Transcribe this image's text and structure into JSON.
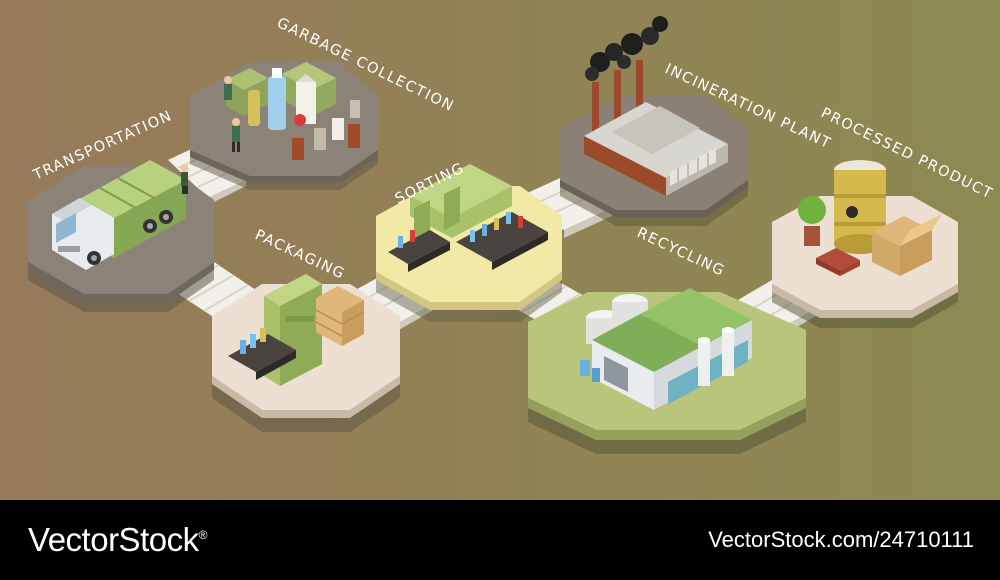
{
  "labels": {
    "transportation": "TRANSPORTATION",
    "garbage_collection": "GARBAGE COLLECTION",
    "sorting": "SORTING",
    "incineration_plant": "INCINERATION PLANT",
    "processed_product": "PROCESSED PRODUCT",
    "packaging": "PACKAGING",
    "recycling": "RECYCLING"
  },
  "footer": {
    "brand": "VectorStock",
    "brand_mark": "®",
    "image_id": "VectorStock.com/24710111"
  },
  "colors": {
    "background_left": "#977a5a",
    "background_right": "#8c8a52",
    "platform_gray": "#8c8378",
    "platform_dark": "#6f685c",
    "platform_yellow": "#f3e9a6",
    "platform_beige": "#ede0d2",
    "platform_green": "#b9c57a",
    "machine_green": "#a9c26a",
    "footer_bg": "#000000"
  }
}
